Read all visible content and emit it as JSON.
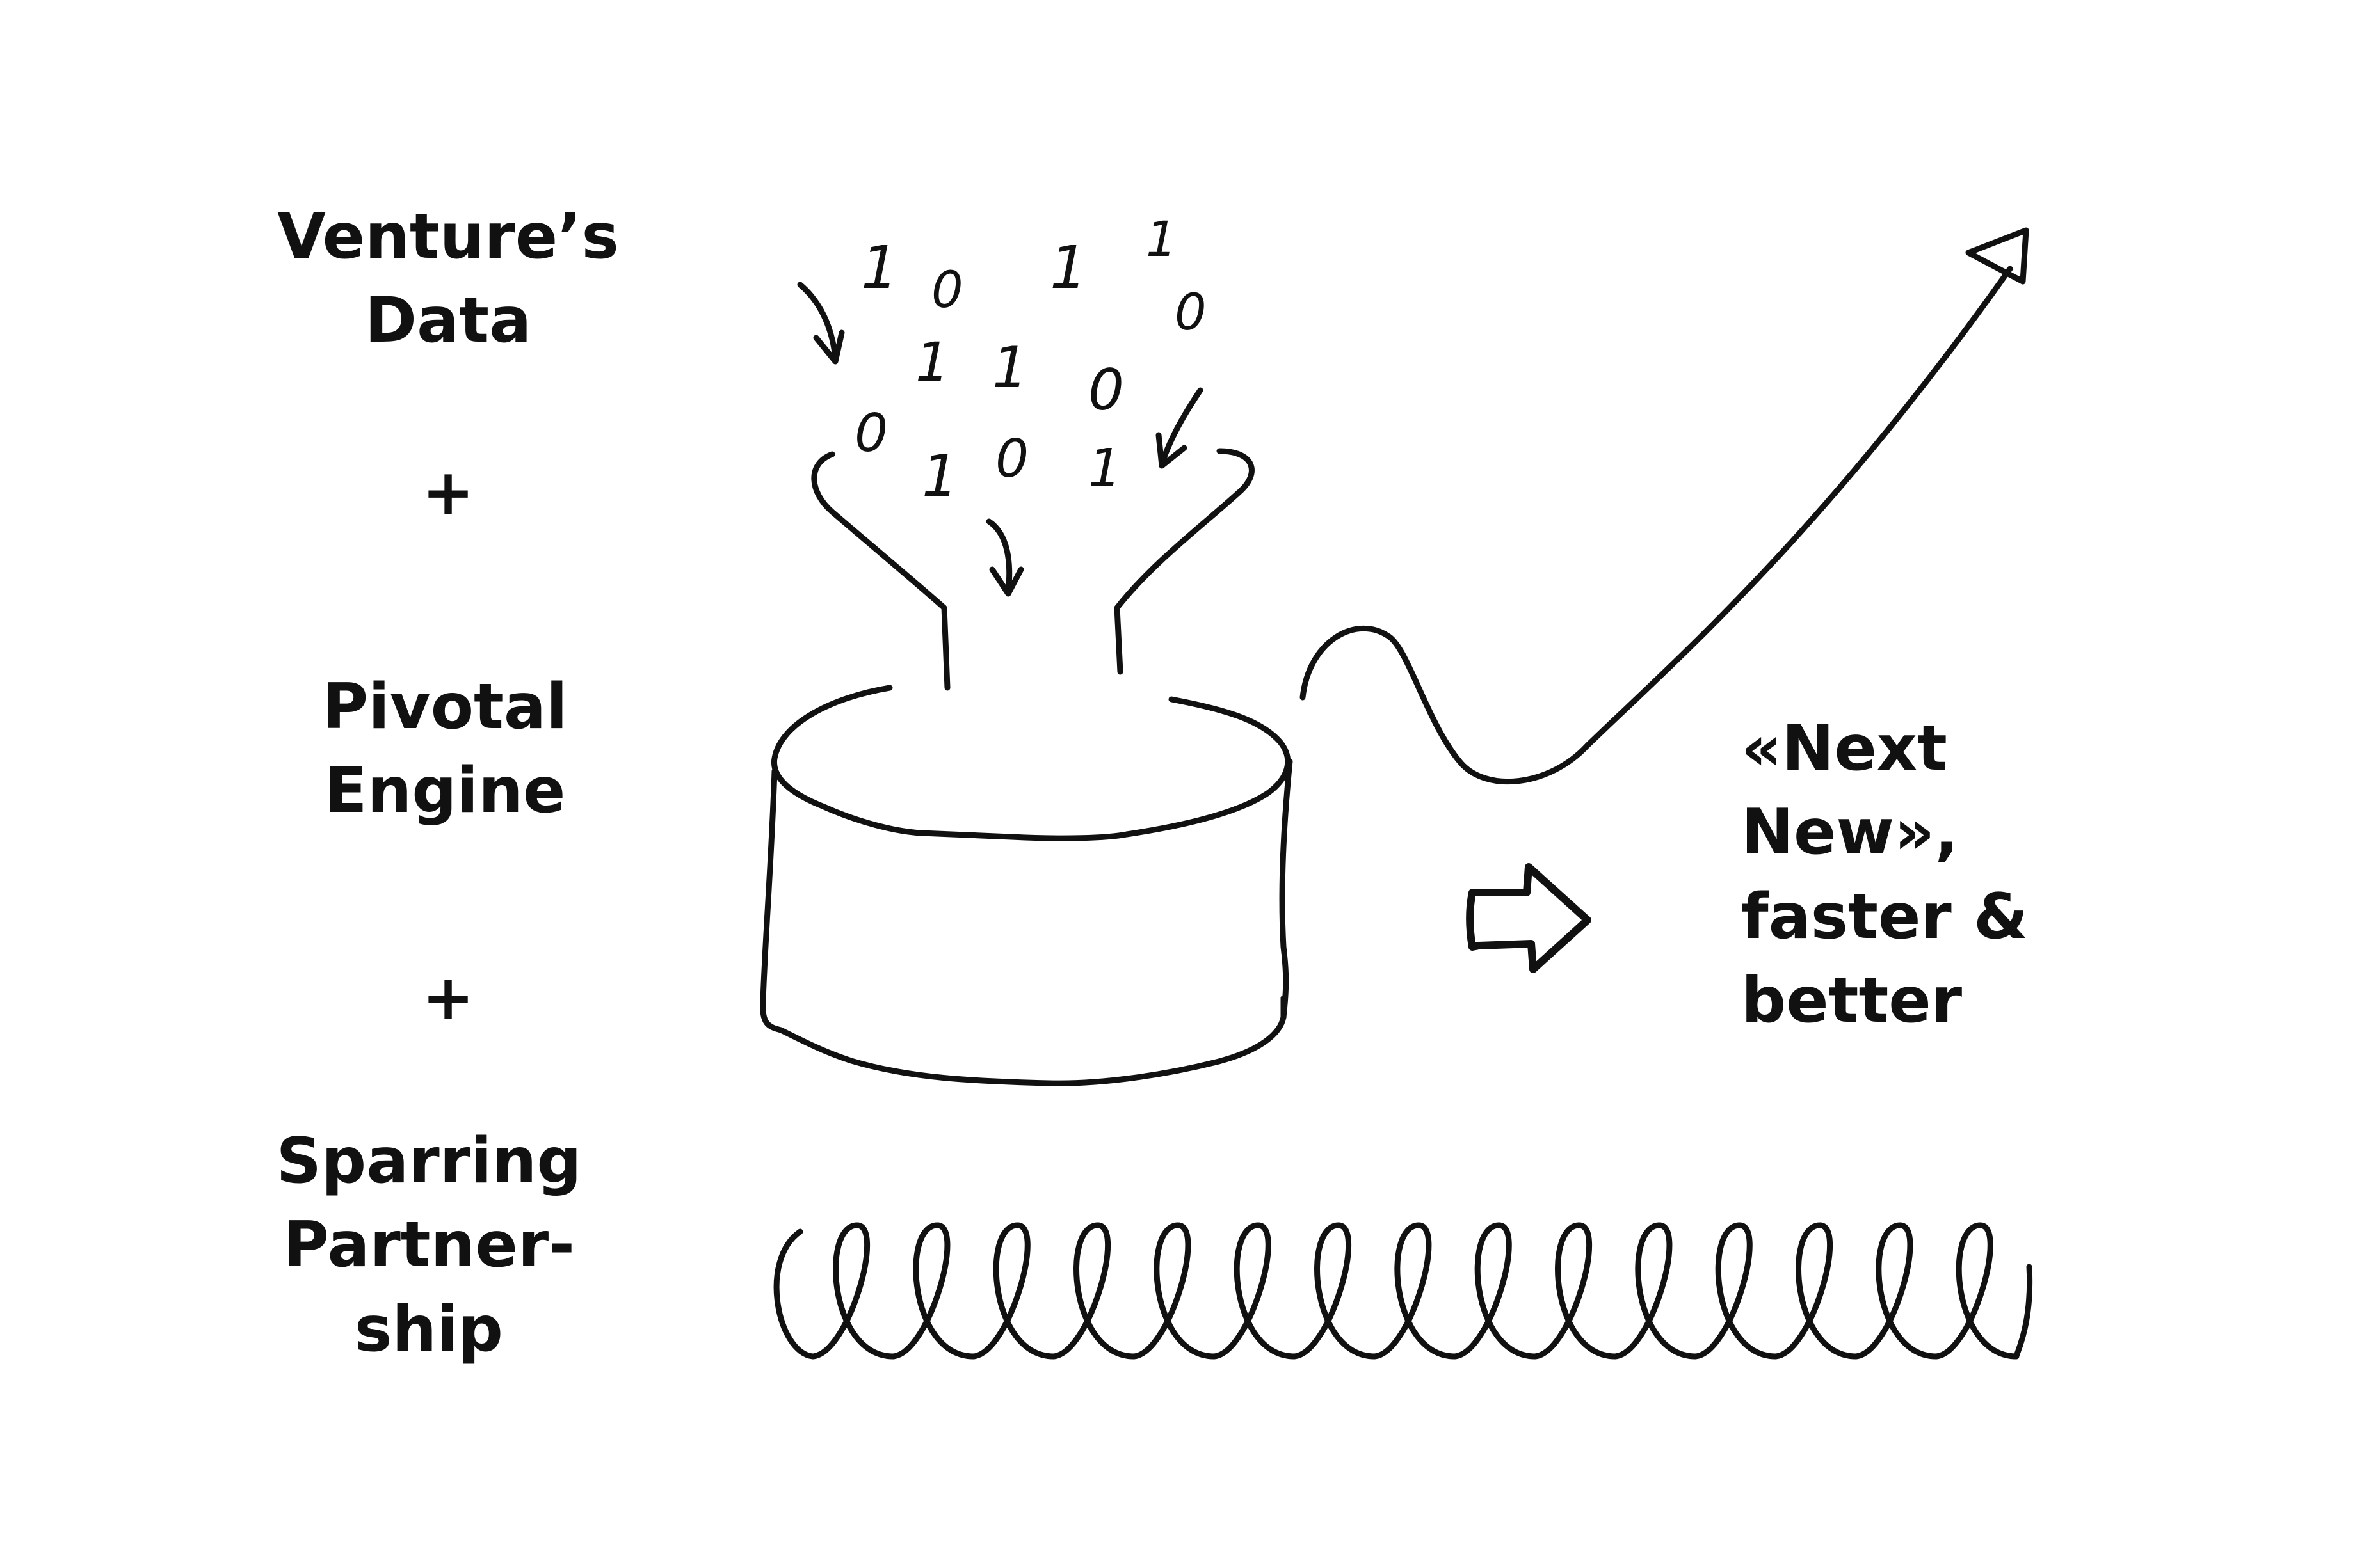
{
  "inputs": {
    "data": {
      "line1": "Venture’s",
      "line2": "Data"
    },
    "plus1": "+",
    "engine": {
      "line1": "Pivotal",
      "line2": "Engine"
    },
    "plus2": "+",
    "sparring": {
      "line1": "Sparring",
      "line2": "Partner-",
      "line3": "ship"
    }
  },
  "output": {
    "line1": "«Next",
    "line2": "New»,",
    "line3": "faster &",
    "line4": "better"
  },
  "binary_digits": [
    "1",
    "0",
    "1",
    "1",
    "0",
    "1",
    "1",
    "0",
    "0",
    "1",
    "0",
    "1"
  ],
  "colors": {
    "ink": "#111111",
    "background": "#ffffff"
  }
}
